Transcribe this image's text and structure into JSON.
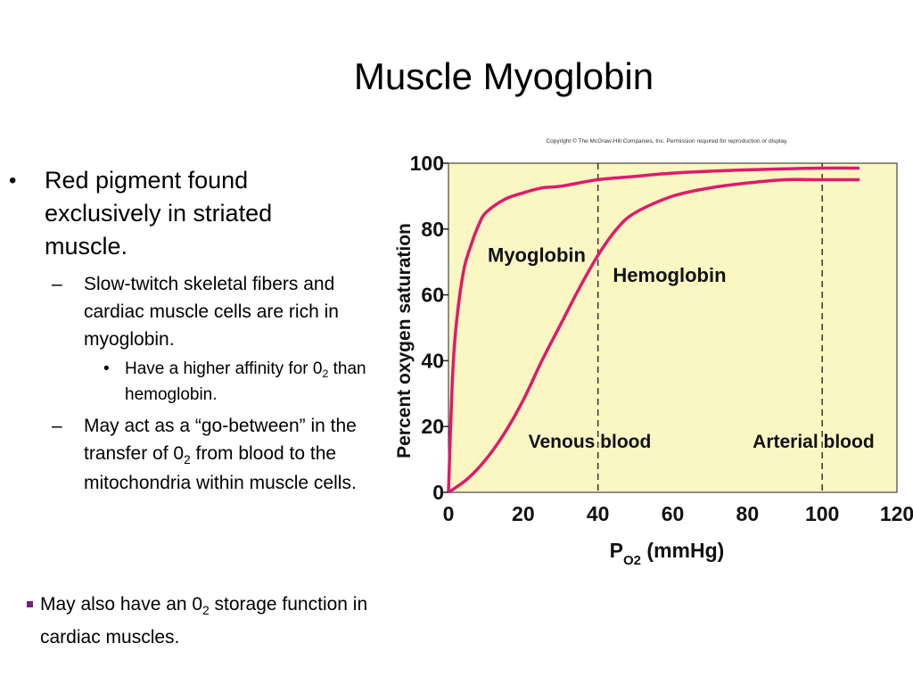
{
  "slide": {
    "title": "Muscle Myoglobin",
    "bullet1": "Red pigment found exclusively in striated muscle.",
    "dash1": "Slow-twitch skeletal fibers and cardiac muscle cells are rich in myoglobin.",
    "sub1_a": "Have a higher affinity for 0",
    "sub1_sub": "2",
    "sub1_b": " than hemoglobin.",
    "dash2_a": "May act as a “go-between” in the transfer of 0",
    "dash2_sub": "2",
    "dash2_b": " from blood to the mitochondria within muscle cells.",
    "tail_a": "May also have an 0",
    "tail_sub": "2",
    "tail_b": " storage function in cardiac muscles.",
    "markers": {
      "bullet": "•",
      "dash": "–",
      "small_bullet": "•"
    }
  },
  "chart_data": {
    "type": "line",
    "copyright": "Copyright © The McGraw-Hill Companies, Inc. Permission required for reproduction or display.",
    "ylabel": "Percent oxygen saturation",
    "xlabel_main": "P",
    "xlabel_sub": "O2",
    "xlabel_unit": " (mmHg)",
    "xlim": [
      0,
      120
    ],
    "ylim": [
      0,
      100
    ],
    "x_ticks": [
      "0",
      "20",
      "40",
      "60",
      "80",
      "100",
      "120"
    ],
    "y_ticks": [
      "0",
      "20",
      "40",
      "60",
      "80",
      "100"
    ],
    "background_color": "#fbf7c3",
    "series": [
      {
        "name": "Myoglobin",
        "color": "#e01a6c",
        "x": [
          0,
          1,
          2,
          4,
          6,
          8,
          10,
          15,
          20,
          25,
          30,
          40,
          50,
          60,
          80,
          100,
          110
        ],
        "y": [
          0,
          33,
          50,
          67,
          75,
          81,
          85,
          89,
          91,
          92.5,
          93,
          95,
          96,
          97,
          98,
          98.5,
          98.5
        ]
      },
      {
        "name": "Hemoglobin",
        "color": "#e01a6c",
        "x": [
          0,
          5,
          10,
          15,
          20,
          25,
          30,
          35,
          40,
          45,
          50,
          60,
          70,
          80,
          90,
          100,
          110
        ],
        "y": [
          0,
          4,
          10,
          18,
          28,
          40,
          51,
          62,
          72,
          80,
          85,
          90,
          92.5,
          94,
          95,
          95,
          95
        ]
      }
    ],
    "reference_lines": [
      {
        "x": 40,
        "label": "Venous blood"
      },
      {
        "x": 100,
        "label": "Arterial blood"
      }
    ]
  }
}
